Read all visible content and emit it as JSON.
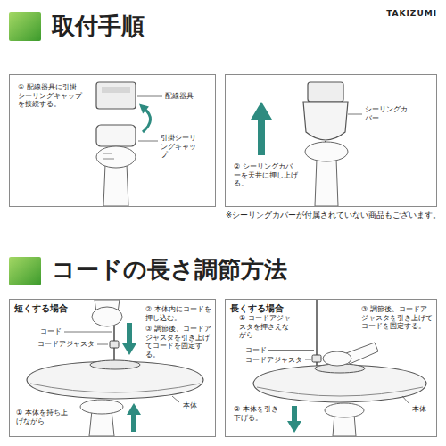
{
  "diagram": {
    "nodes": [
      {
        "text": [
          "① 配線器具に引掛シーリングキャップを接続する。"
        ]
      },
      {
        "text": [
          "② シーリングカバーを天井に押し上げる。"
        ]
      },
      {
        "text": [
          "短くする場合",
          "② 本体内にコードを押し込む。",
          "③ 調節後、コードアジャスタを引き上げてコードを固定する。",
          "① 本体を持ち上げながら"
        ]
      },
      {
        "text": [
          "長くする場合",
          "① コードアジャスタを押さえながら",
          "③ 調節後、コードアジャスタを引き上げてコードを固定する。",
          "② 本体を引き下げる。"
        ]
      }
    ],
    "labels": [
      "TAKIZUMI",
      "取付手順",
      "配線器具",
      "引掛シーリングキャップ",
      "シーリングカバー",
      "※シーリングカバーが付属されていない商品もございます。",
      "コードの長さ調節方法",
      "コード",
      "コードアジャスタ",
      "本体",
      "コード",
      "コードアジャスタ",
      "本体"
    ]
  }
}
